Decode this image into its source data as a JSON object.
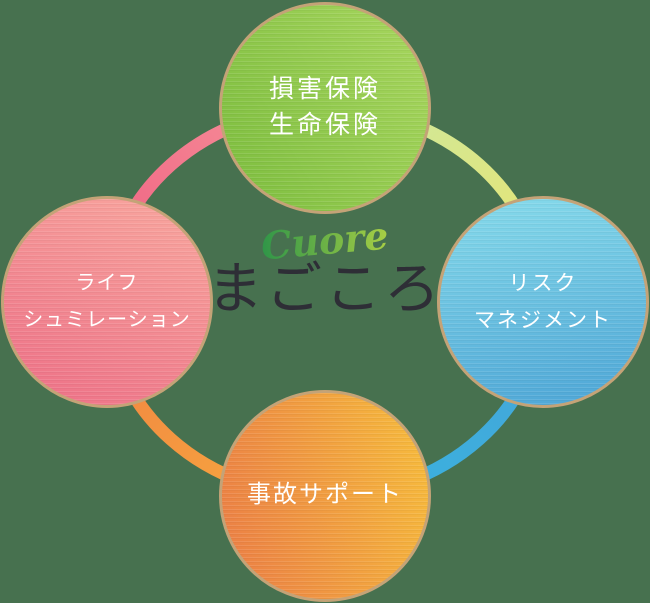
{
  "colors": {
    "background": "#47714f",
    "circle_border": "#c4a377",
    "label_text": "#ffffff"
  },
  "center": {
    "script_text": "Cuore",
    "script_color_start": "#2f9548",
    "script_color_end": "#a8cf45",
    "main_text": "まごころ",
    "main_color": "#2e2e36"
  },
  "nodes": [
    {
      "id": "insurance",
      "position": "top",
      "lines": [
        "損害保険",
        "生命保険"
      ],
      "gradient_start": "#7cbd3e",
      "gradient_end": "#a9d75f"
    },
    {
      "id": "risk-management",
      "position": "right",
      "lines": [
        "リスク",
        "マネジメント"
      ],
      "gradient_start": "#87dbeb",
      "gradient_end": "#4da5d6"
    },
    {
      "id": "accident-support",
      "position": "bottom",
      "lines": [
        "事故サポート"
      ],
      "gradient_start": "#eb7c46",
      "gradient_end": "#f7be3c"
    },
    {
      "id": "life-simulation",
      "position": "left",
      "lines": [
        "ライフ",
        "シュミレーション"
      ],
      "gradient_start": "#f9a89f",
      "gradient_end": "#ed6f86"
    }
  ],
  "ring": {
    "arcs": [
      {
        "id": "arc-pink",
        "from": "#ee5d80",
        "to": "#f7959b"
      },
      {
        "id": "arc-green",
        "from": "#cbe9a2",
        "to": "#e9e46f"
      },
      {
        "id": "arc-blue",
        "from": "#46a5d8",
        "to": "#38b3e0"
      },
      {
        "id": "arc-orange",
        "from": "#f9ac3e",
        "to": "#ee8143"
      }
    ]
  }
}
